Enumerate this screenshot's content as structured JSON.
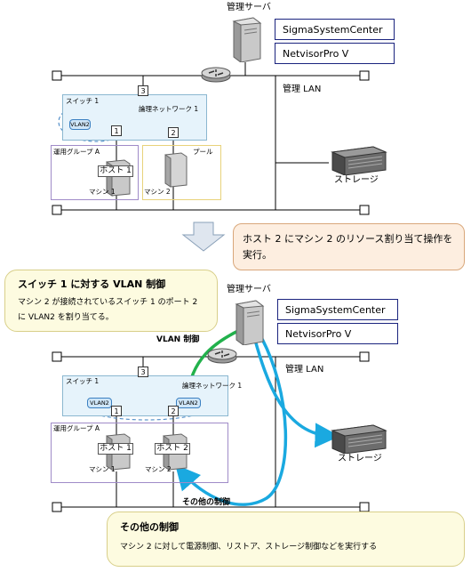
{
  "top": {
    "mgmt_server_label": "管理サーバ",
    "product1": "SigmaSystemCenter",
    "product2": "NetvisorPro V",
    "mgmt_lan_label": "管理 LAN",
    "switch_label": "スイッチ 1",
    "logical_network_label": "論理ネットワーク 1",
    "vlan_label": "VLAN2",
    "port1": "1",
    "port2": "2",
    "port3": "3",
    "group_label": "運用グループ A",
    "pool_label": "プール",
    "host_label": "ホスト 1",
    "machine1_label": "マシン 1",
    "machine2_label": "マシン 2",
    "storage_label": "ストレージ"
  },
  "transition_note": {
    "line1": "ホスト 2 にマシン 2 のリソース割り当て操作を",
    "line2": "実行。"
  },
  "vlan_note": {
    "title": "スイッチ 1 に対する VLAN 制御",
    "line1": "マシン 2 が接続されているスイッチ 1 のポート 2",
    "line2": "に VLAN2 を割り当てる。"
  },
  "bottom": {
    "mgmt_server_label": "管理サーバ",
    "product1": "SigmaSystemCenter",
    "product2": "NetvisorPro V",
    "mgmt_lan_label": "管理 LAN",
    "vlan_control_label": "VLAN 制御",
    "switch_label": "スイッチ 1",
    "logical_network_label": "論理ネットワーク 1",
    "vlan1_label": "VLAN2",
    "vlan2_label": "VLAN2",
    "port1": "1",
    "port2": "2",
    "port3": "3",
    "group_label": "運用グループ A",
    "host1_label": "ホスト 1",
    "host2_label": "ホスト 2",
    "machine1_label": "マシン 1",
    "machine2_label": "マシン 2",
    "storage_label": "ストレージ",
    "other_control_label": "その他の制御"
  },
  "other_note": {
    "title": "その他の制御",
    "line1": "マシン 2 に対して電源制御、リストア、ストレージ制御などを実行する"
  },
  "colors": {
    "vlan_arrow": "#22b14c",
    "other_arrow": "#1aa9e0",
    "switch_fill": "#e6f3fb",
    "group_border": "#a08bc8",
    "pool_border": "#e8d27a"
  }
}
